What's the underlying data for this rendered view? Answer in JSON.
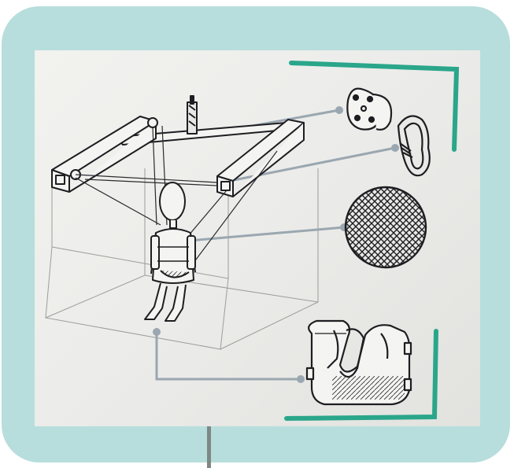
{
  "figure": {
    "frame_color": "#b7dedc",
    "accent_color": "#2aa68a",
    "connector_color": "#9aa7b0",
    "paper_color": "#ececea",
    "ink_color": "#1e1e22",
    "parts": [
      {
        "name": "ceiling-gantry-frame"
      },
      {
        "name": "child-in-suspension-harness"
      },
      {
        "name": "pulley-block-detail"
      },
      {
        "name": "carabiner-detail"
      },
      {
        "name": "mesh-net-detail"
      },
      {
        "name": "padded-seat-detail"
      }
    ]
  }
}
